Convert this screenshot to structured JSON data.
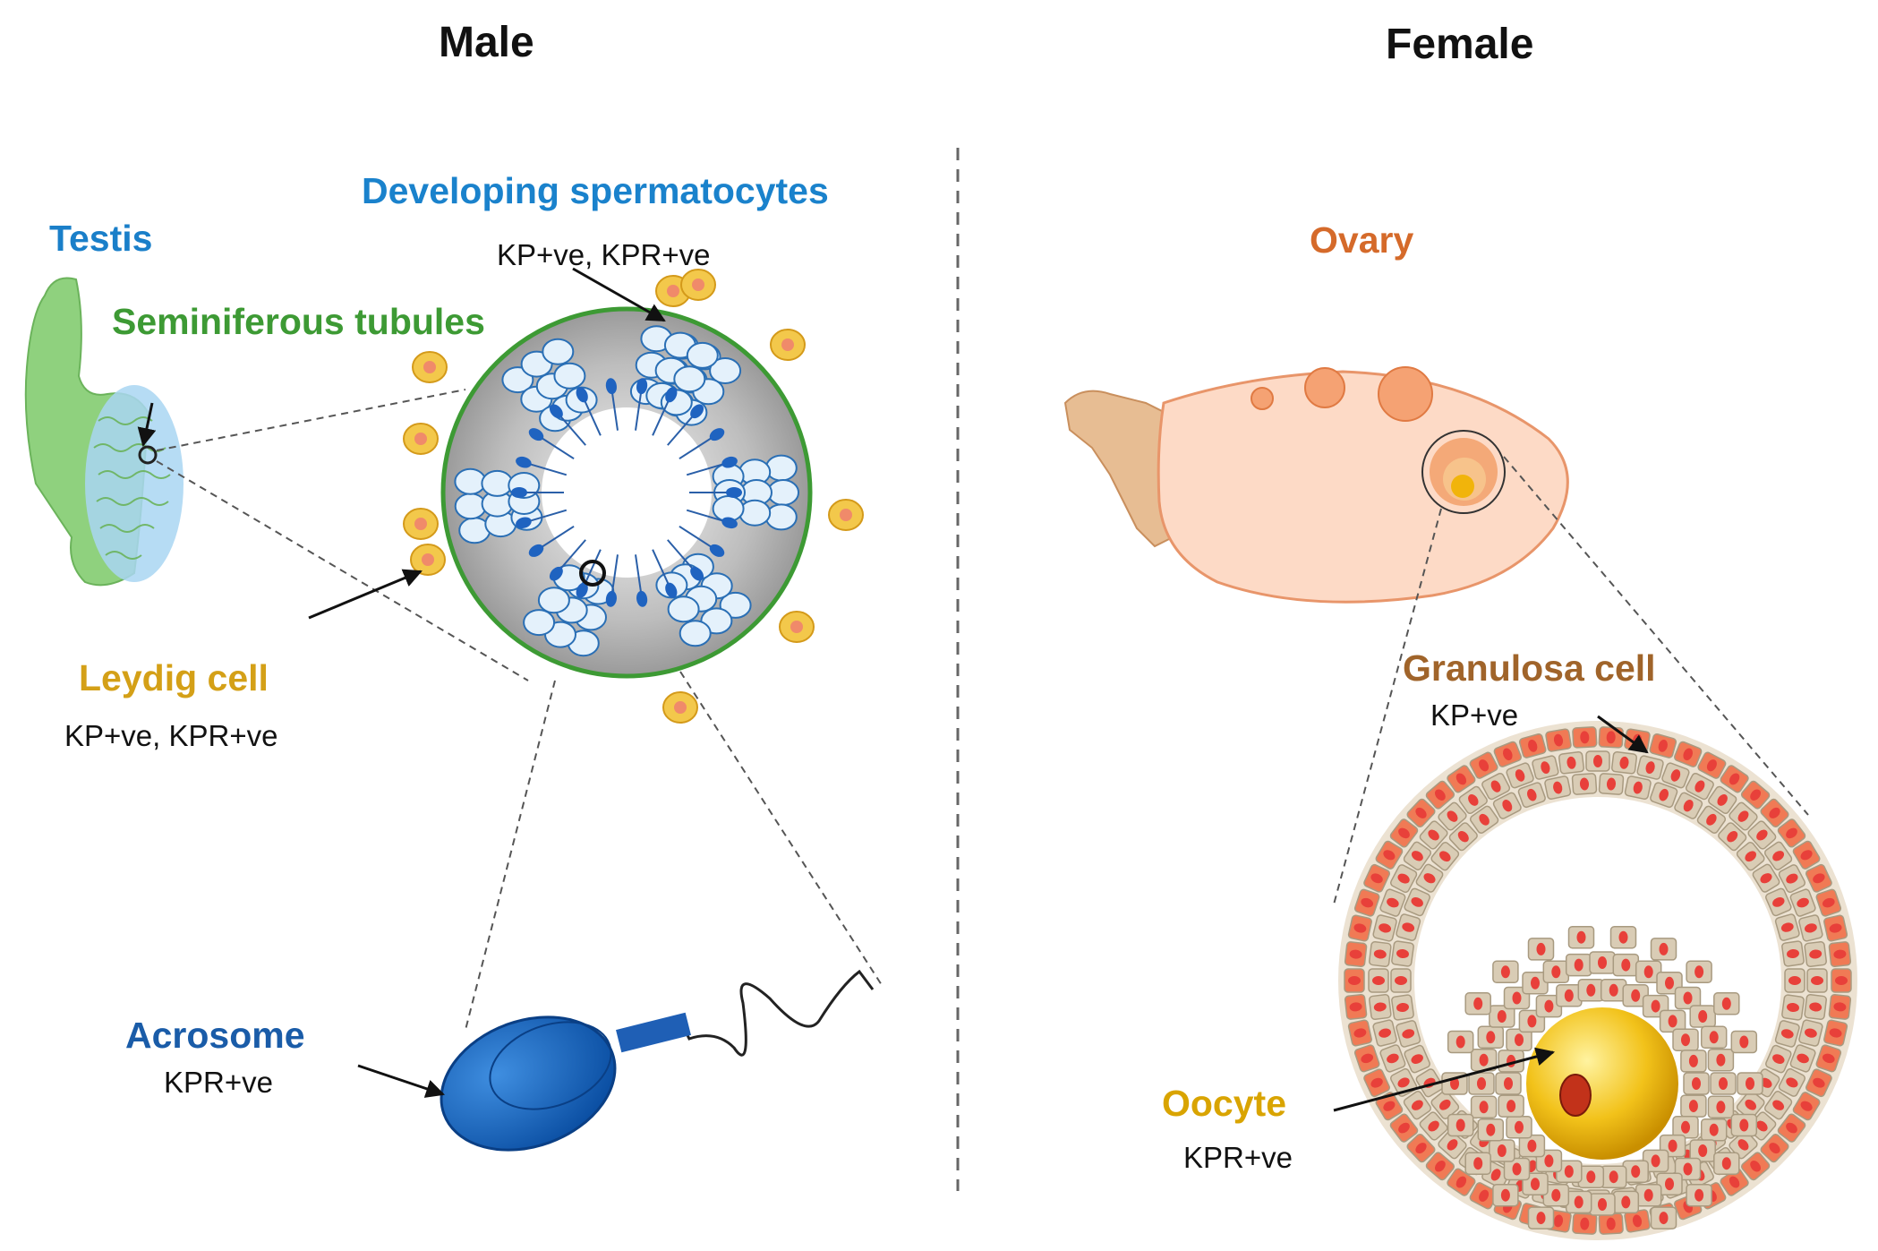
{
  "headers": {
    "male": "Male",
    "female": "Female"
  },
  "male": {
    "testis": "Testis",
    "seminiferous_tubules": "Seminiferous tubules",
    "developing_spermatocytes": "Developing spermatocytes",
    "developing_spermatocytes_expr": "KP+ve,  KPR+ve",
    "leydig_cell": "Leydig cell",
    "leydig_cell_expr": "KP+ve,  KPR+ve",
    "acrosome": "Acrosome",
    "acrosome_expr": "KPR+ve"
  },
  "female": {
    "ovary": "Ovary",
    "granulosa_cell": "Granulosa cell",
    "granulosa_cell_expr": "KP+ve",
    "oocyte": "Oocyte",
    "oocyte_expr": "KPR+ve"
  },
  "colors": {
    "testis_label": "#1a7fc9",
    "tubules_label": "#3d9a34",
    "spermatocytes_label": "#1a82cc",
    "leydig_label": "#d4a017",
    "acrosome_label": "#1a5ca8",
    "ovary_label": "#d56a2a",
    "granulosa_label": "#a0642a",
    "oocyte_label": "#d9a400"
  }
}
